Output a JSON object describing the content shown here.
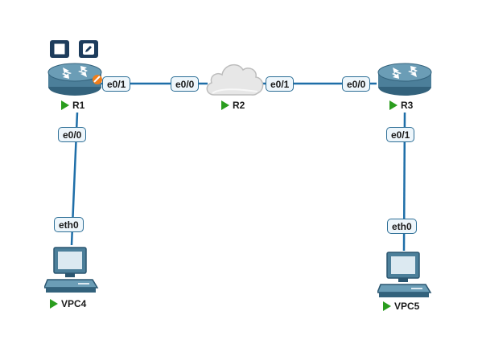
{
  "colors": {
    "link": "#1e6ea8",
    "running": "#2a9d1e",
    "router_body": "#4c7f9a",
    "cloud": "#e7e7e7",
    "toolbar": "#1d3c5c",
    "orange_marker": "#f07d1a"
  },
  "toolbar": {
    "stop_icon": "stop-square-icon",
    "edit_icon": "pencil-icon"
  },
  "nodes": {
    "r1": {
      "name": "R1",
      "icon": "router-icon",
      "status": "running"
    },
    "r2": {
      "name": "R2",
      "icon": "cloud-icon",
      "status": "running"
    },
    "r3": {
      "name": "R3",
      "icon": "router-icon",
      "status": "running"
    },
    "vpc4": {
      "name": "VPC4",
      "icon": "pc-icon",
      "status": "running"
    },
    "vpc5": {
      "name": "VPC5",
      "icon": "pc-icon",
      "status": "running"
    }
  },
  "links": [
    {
      "a_port": "e0/1",
      "b_port": "e0/0"
    },
    {
      "a_port": "e0/1",
      "b_port": "e0/0"
    },
    {
      "a_port": "e0/0",
      "b_port": "eth0"
    },
    {
      "a_port": "e0/1",
      "b_port": "eth0"
    }
  ]
}
